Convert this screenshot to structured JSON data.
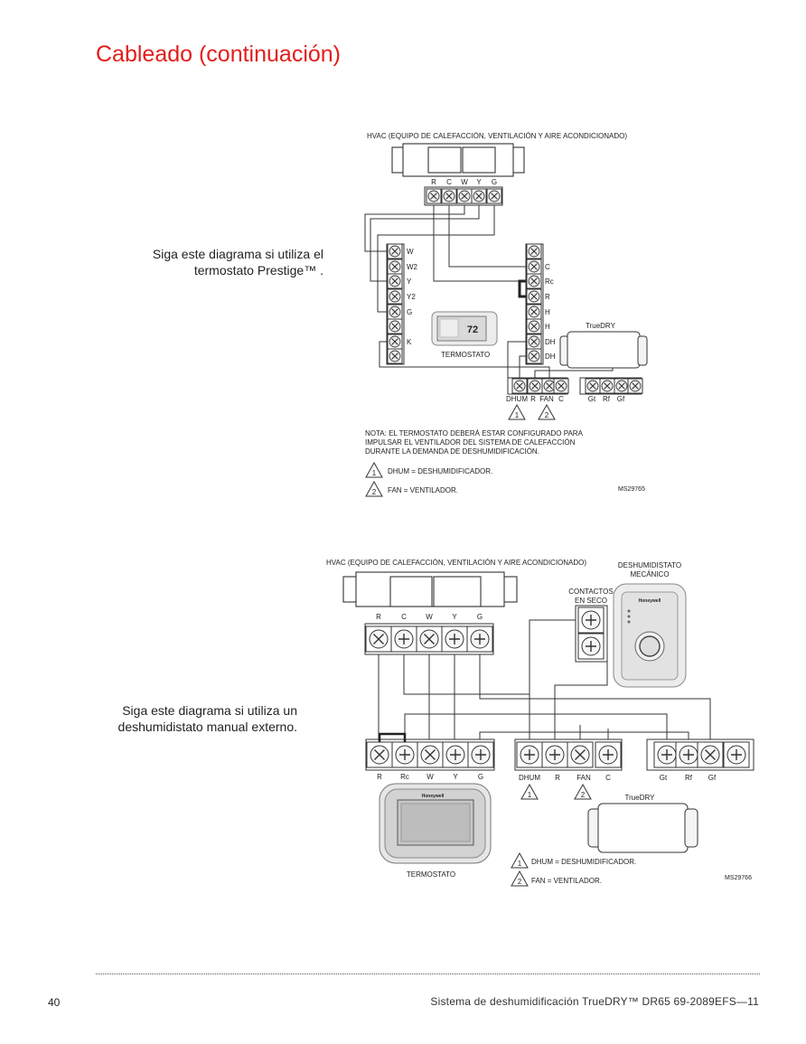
{
  "page": {
    "title": "Cableado (continuación)",
    "page_number": "40",
    "footer": "Sistema  de  deshumidificación  TrueDRY™  DR65  69-2089EFS—11"
  },
  "diagram1": {
    "caption": "Siga este diagrama si utiliza el termostato Prestige™ .",
    "hvac_label": "HVAC (EQUIPO DE CALEFACCIÓN, VENTILACIÓN Y AIRE ACONDICIONADO)",
    "hvac_terminals": [
      "R",
      "C",
      "W",
      "Y",
      "G"
    ],
    "left_terminals": [
      "W",
      "W2",
      "Y",
      "Y2",
      "G",
      "",
      "K",
      ""
    ],
    "right_terminals": [
      "",
      "C",
      "Rc",
      "R",
      "H",
      "H",
      "DH",
      "DH"
    ],
    "thermostat_label": "TERMOSTATO",
    "thermostat_display": "72",
    "truedry_label": "TrueDRY",
    "block1_terminals": [
      "DHUM",
      "R",
      "FAN",
      "C"
    ],
    "block2_terminals": [
      "Gt",
      "Rf",
      "Gf"
    ],
    "badge1": "1",
    "badge2": "2",
    "note": [
      "NOTA: EL TERMOSTATO DEBERÁ ESTAR CONFIGURADO PARA",
      "IMPULSAR EL VENTILADOR DEL SISTEMA DE CALEFACCIÓN",
      "DURANTE LA DEMANDA DE DESHUMIDIFICACIÓN."
    ],
    "legend1": "DHUM = DESHUMIDIFICADOR.",
    "legend2": "FAN = VENTILADOR.",
    "code": "MS29765"
  },
  "diagram2": {
    "caption": "Siga este diagrama si utiliza un deshumidistato manual externo.",
    "hvac_label": "HVAC (EQUIPO DE CALEFACCIÓN, VENTILACIÓN Y AIRE ACONDICIONADO)",
    "hvac_terminals": [
      "R",
      "C",
      "W",
      "Y",
      "G"
    ],
    "dehumidistat_label": [
      "DESHUMIDISTATO",
      "MECÁNICO"
    ],
    "dry_contacts_label": [
      "CONTACTOS",
      "EN SECO"
    ],
    "dehumidistat_brand": "Honeywell",
    "thermostat_terminals": [
      "R",
      "Rc",
      "W",
      "Y",
      "G"
    ],
    "block1_terminals": [
      "DHUM",
      "R",
      "FAN",
      "C"
    ],
    "block2_terminals": [
      "Gt",
      "Rf",
      "Gf"
    ],
    "thermostat_brand": "Honeywell",
    "thermostat_label": "TERMOSTATO",
    "truedry_label": "TrueDRY",
    "badge1": "1",
    "badge2": "2",
    "legend1": "DHUM = DESHUMIDIFICADOR.",
    "legend2": "FAN = VENTILADOR.",
    "code": "MS29766"
  },
  "colors": {
    "title": "#e31d1a",
    "line": "#333333"
  }
}
